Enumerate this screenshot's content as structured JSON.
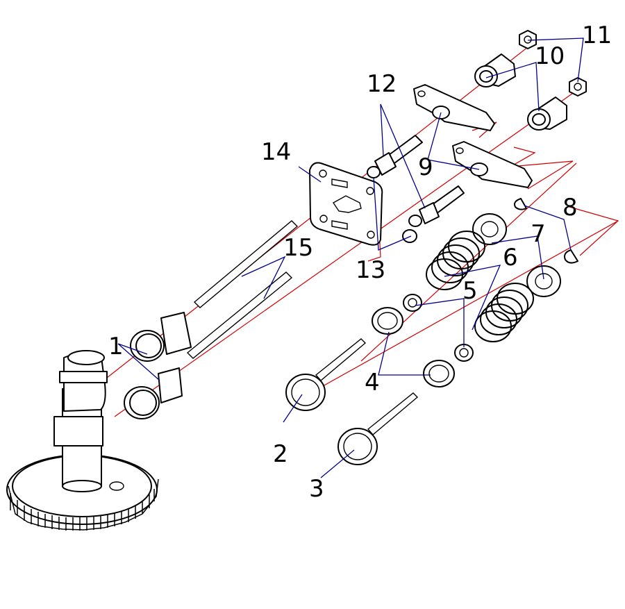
{
  "callouts": [
    {
      "id": "1",
      "label": "1"
    },
    {
      "id": "2",
      "label": "2"
    },
    {
      "id": "3",
      "label": "3"
    },
    {
      "id": "4",
      "label": "4"
    },
    {
      "id": "5",
      "label": "5"
    },
    {
      "id": "6",
      "label": "6"
    },
    {
      "id": "7",
      "label": "7"
    },
    {
      "id": "8",
      "label": "8"
    },
    {
      "id": "9",
      "label": "9"
    },
    {
      "id": "10",
      "label": "10"
    },
    {
      "id": "11",
      "label": "11"
    },
    {
      "id": "12",
      "label": "12"
    },
    {
      "id": "13",
      "label": "13"
    },
    {
      "id": "14",
      "label": "14"
    },
    {
      "id": "15",
      "label": "15"
    }
  ],
  "colors": {
    "axis_lines": "#d00000",
    "leader_lines": "#00008b",
    "outline": "#000000",
    "background": "#ffffff"
  }
}
